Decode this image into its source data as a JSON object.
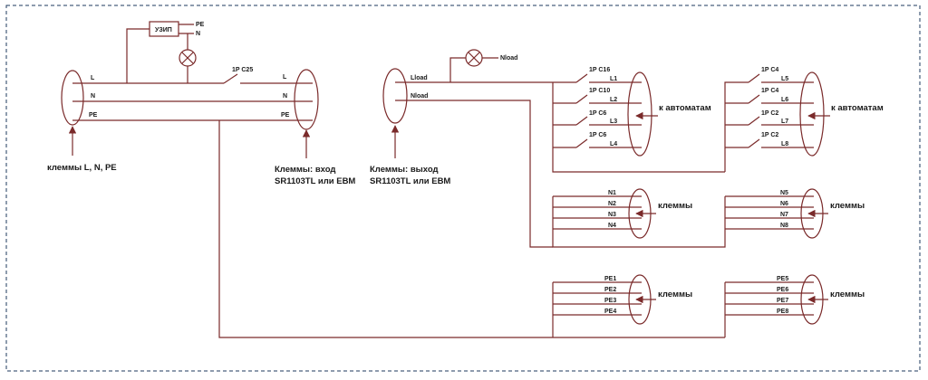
{
  "colors": {
    "wire": "#7a2a2a",
    "frame": "#1e3a5c",
    "text": "#1a1a1a"
  },
  "uzip": {
    "label": "УЗИП",
    "pe": "PE",
    "n": "N"
  },
  "input": {
    "bus": [
      "L",
      "N",
      "PE"
    ],
    "breaker": "1P C25",
    "terminals_caption": "клеммы L, N, PE",
    "right_bus": [
      "L",
      "N",
      "PE"
    ],
    "right_caption": [
      "Клеммы: вход",
      "SR1103TL или EBM"
    ]
  },
  "output": {
    "bus": [
      "Lload",
      "Nload"
    ],
    "lamp_label": "Nload",
    "caption": [
      "Клеммы: выход",
      "SR1103TL или EBM"
    ]
  },
  "breakers": {
    "left": [
      {
        "rating": "1P C16",
        "line": "L1"
      },
      {
        "rating": "1P C10",
        "line": "L2"
      },
      {
        "rating": "1P C6",
        "line": "L3"
      },
      {
        "rating": "1P C6",
        "line": "L4"
      }
    ],
    "right": [
      {
        "rating": "1P C4",
        "line": "L5"
      },
      {
        "rating": "1P C4",
        "line": "L6"
      },
      {
        "rating": "1P C2",
        "line": "L7"
      },
      {
        "rating": "1P C2",
        "line": "L8"
      }
    ],
    "caption": "к автоматам"
  },
  "n_terminals": {
    "left": [
      "N1",
      "N2",
      "N3",
      "N4"
    ],
    "right": [
      "N5",
      "N6",
      "N7",
      "N8"
    ],
    "caption": "клеммы"
  },
  "pe_terminals": {
    "left": [
      "PE1",
      "PE2",
      "PE3",
      "PE4"
    ],
    "right": [
      "PE5",
      "PE6",
      "PE7",
      "PE8"
    ],
    "caption": "клеммы"
  }
}
